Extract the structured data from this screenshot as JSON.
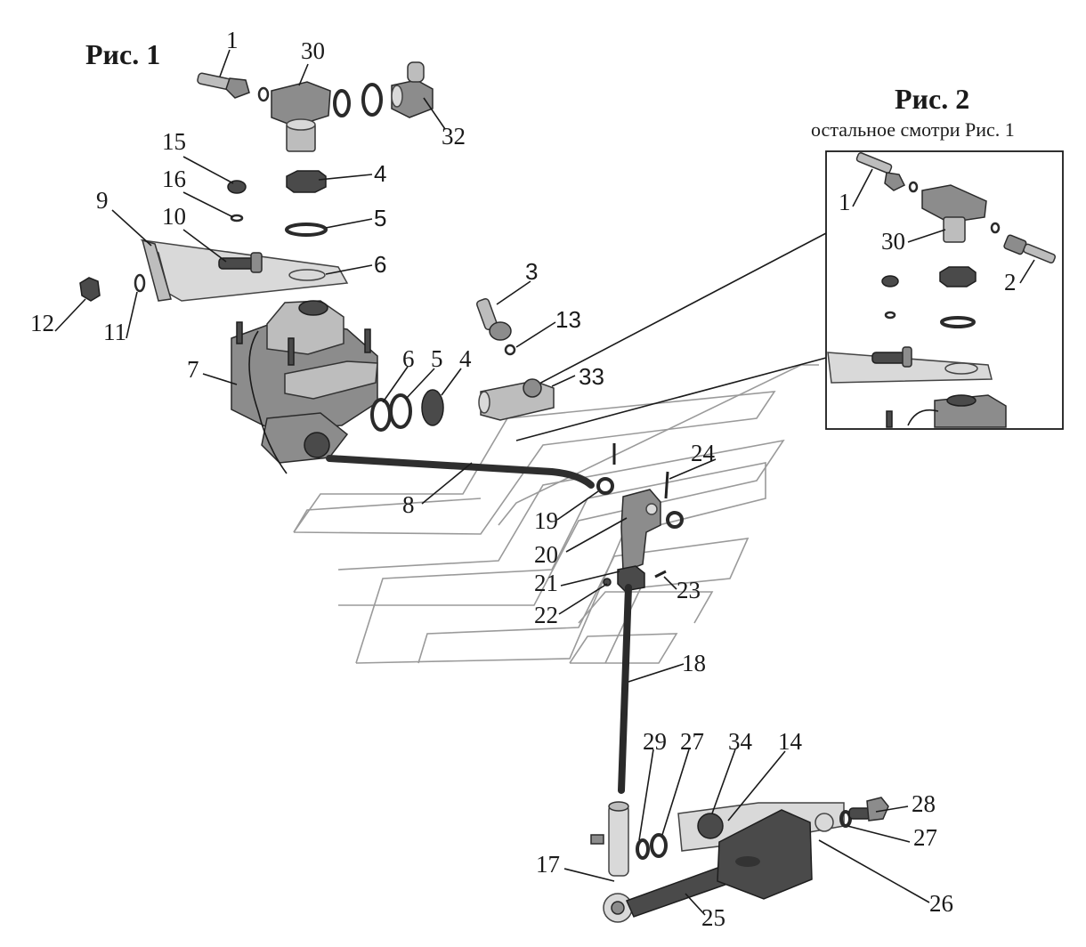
{
  "figure1": {
    "title": "Рис. 1"
  },
  "figure2": {
    "title": "Рис. 2",
    "note": "остальное смотри Рис. 1"
  },
  "labels_fig1": {
    "p1": "1",
    "p30": "30",
    "p32": "32",
    "p15": "15",
    "p4a": "4",
    "p16": "16",
    "p5a": "5",
    "p9": "9",
    "p10": "10",
    "p6a": "6",
    "p12": "12",
    "p11": "11",
    "p3": "3",
    "p13": "13",
    "p7": "7",
    "p6b": "6",
    "p5b": "5",
    "p4b": "4",
    "p33": "33",
    "p8": "8",
    "p24": "24",
    "p19": "19",
    "p20": "20",
    "p21": "21",
    "p23": "23",
    "p22": "22",
    "p18": "18",
    "p29": "29",
    "p27a": "27",
    "p34": "34",
    "p14": "14",
    "p28": "28",
    "p27b": "27",
    "p17": "17",
    "p26": "26",
    "p25": "25"
  },
  "labels_fig2": {
    "p1": "1",
    "p30": "30",
    "p2": "2"
  }
}
